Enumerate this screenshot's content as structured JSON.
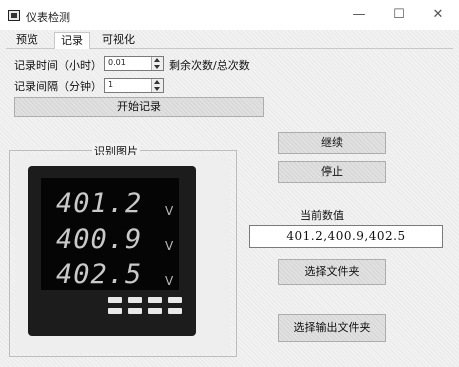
{
  "window": {
    "title": "仪表检测",
    "min_glyph": "—",
    "max_glyph": "☐",
    "close_glyph": "✕"
  },
  "tabs": [
    {
      "label": "预览",
      "active": false
    },
    {
      "label": "记录",
      "active": true
    },
    {
      "label": "可视化",
      "active": false
    }
  ],
  "record": {
    "time_label": "记录时间（小时）",
    "time_value": "0.01",
    "remaining_label": "剩余次数/总次数",
    "interval_label": "记录间隔（分钟）",
    "interval_value": "1",
    "start_button": "开始记录"
  },
  "image_group": {
    "title": "识别图片",
    "meter_readings": [
      "401.2",
      "400.9",
      "402.5"
    ],
    "meter_unit": "V"
  },
  "controls": {
    "continue_button": "继续",
    "stop_button": "停止",
    "current_value_label": "当前数值",
    "current_value": "401.2,400.9,402.5",
    "select_folder_button": "选择文件夹",
    "select_output_button": "选择输出文件夹"
  }
}
